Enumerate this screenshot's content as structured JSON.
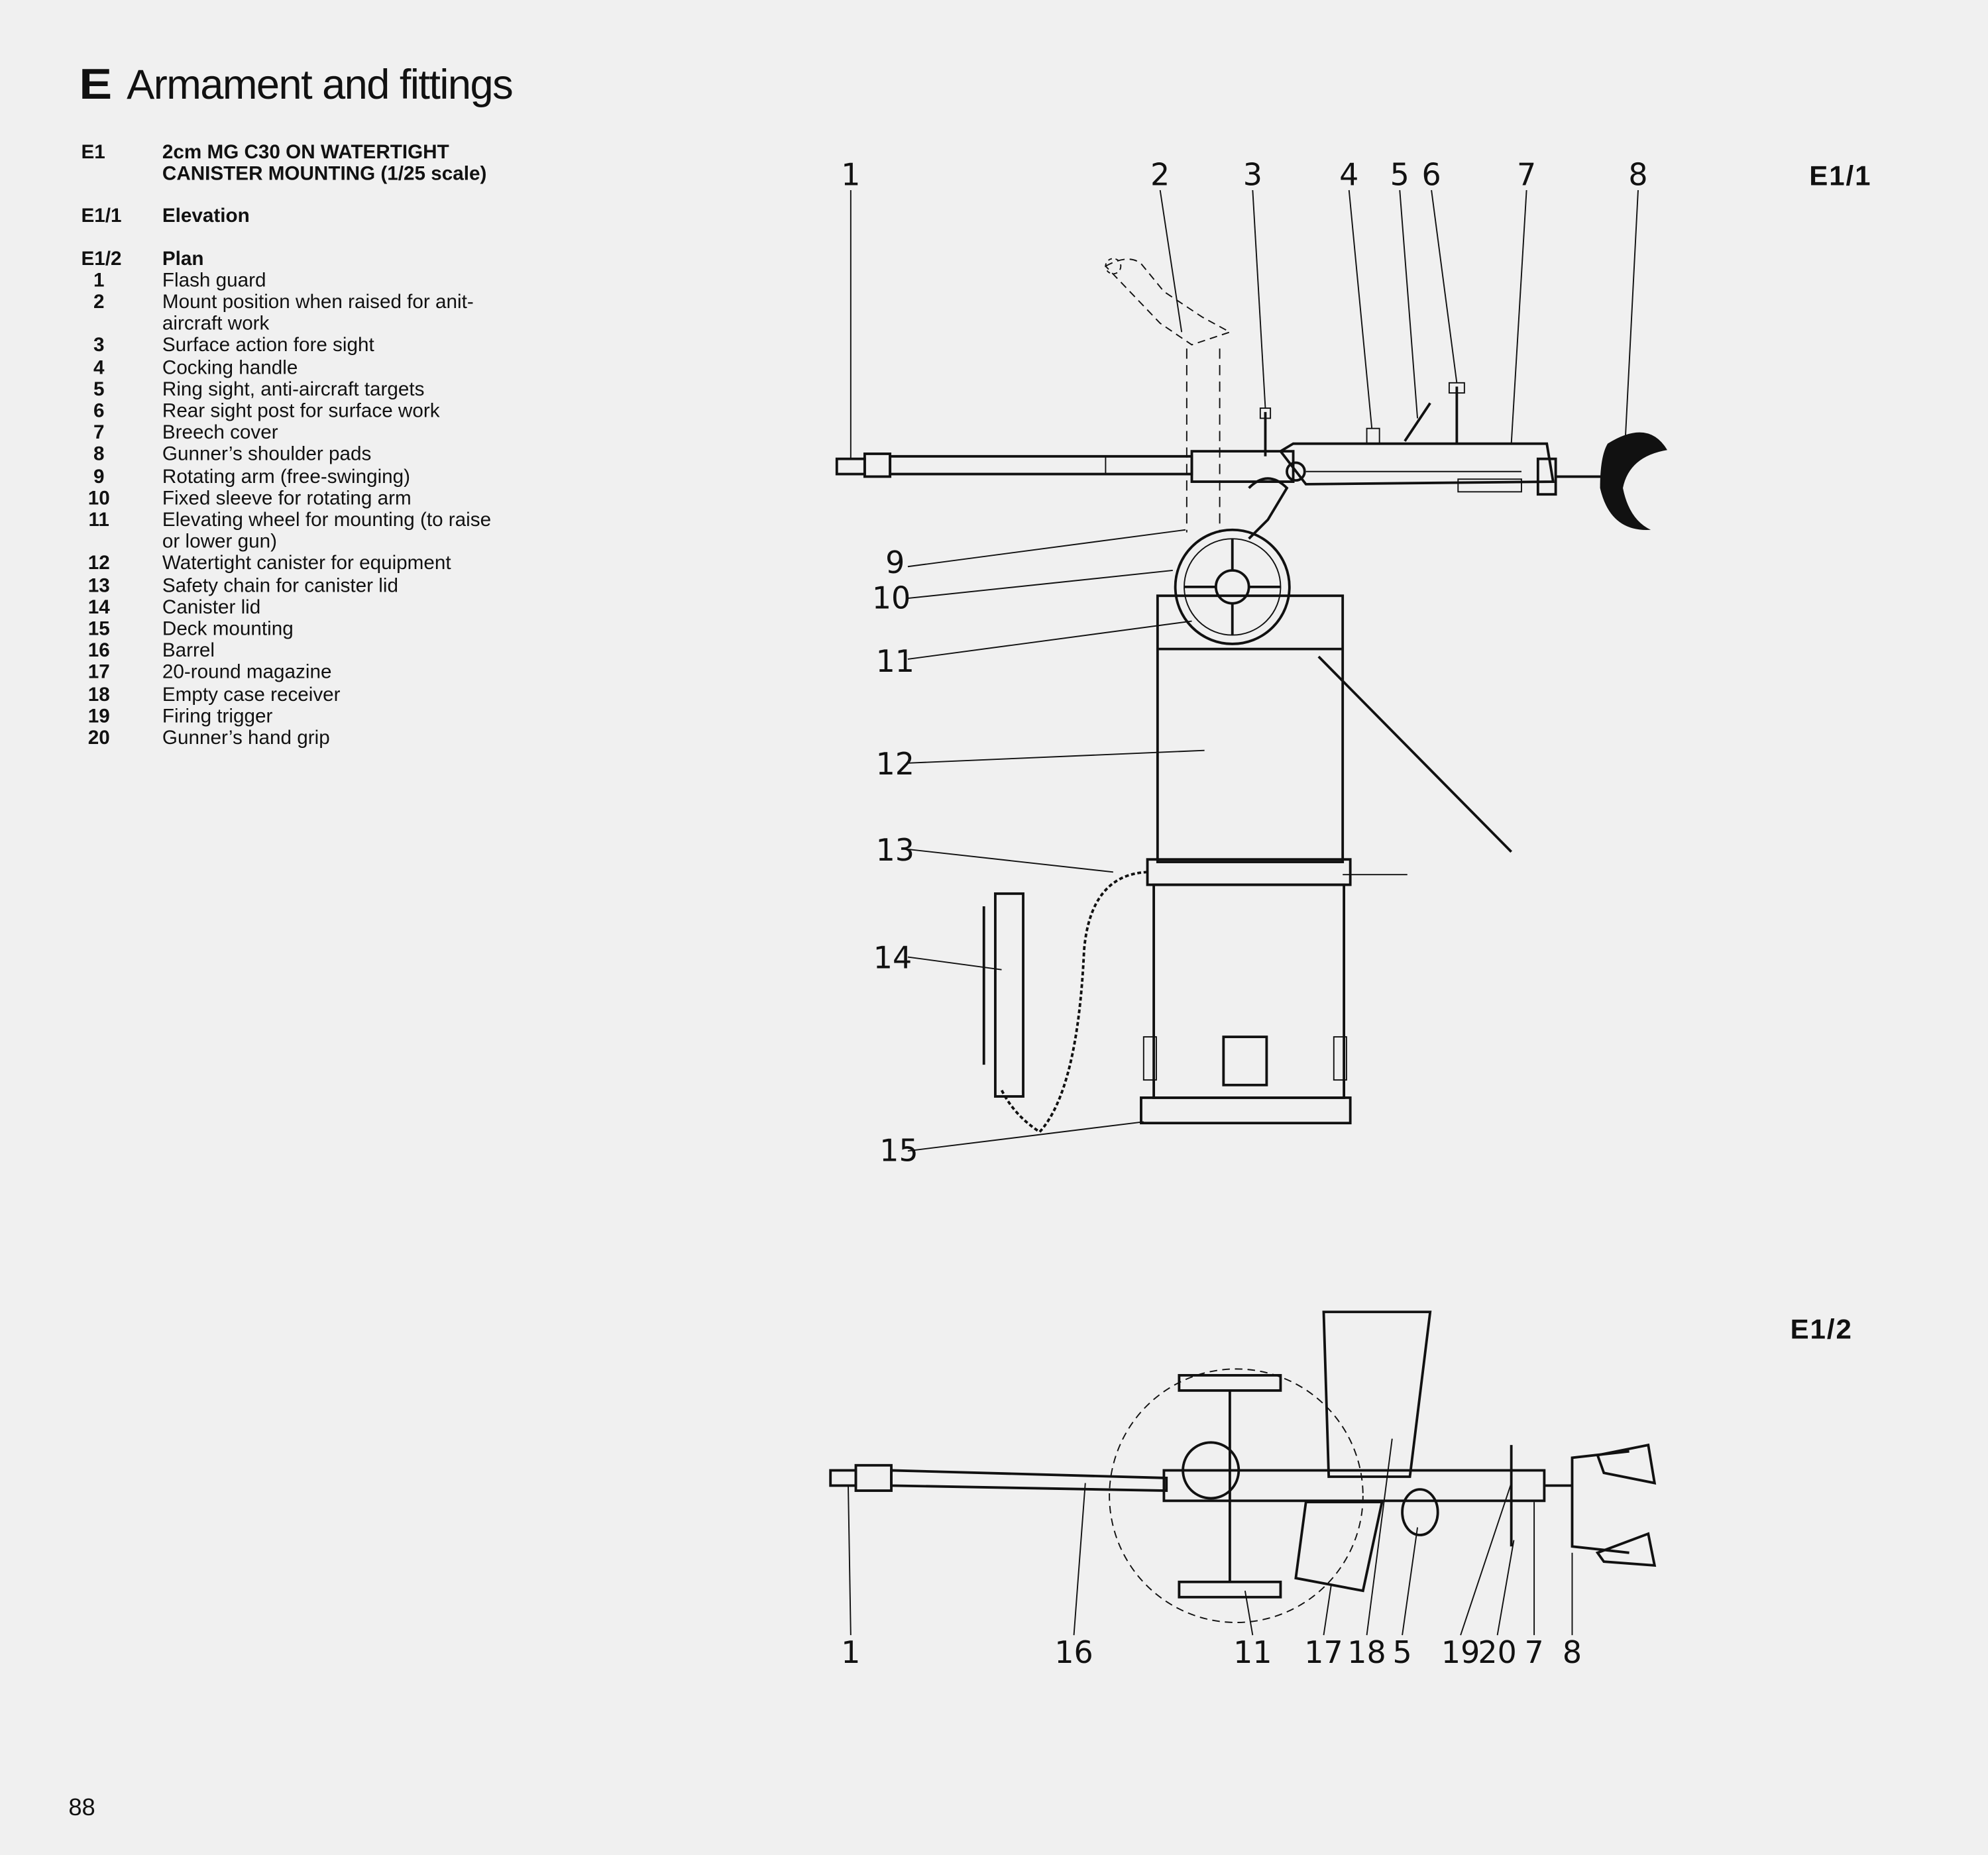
{
  "header": {
    "letter": "E",
    "title": "Armament and fittings"
  },
  "legend": {
    "e1": {
      "key": "E1",
      "text": "2cm MG C30 ON WATERTIGHT CANISTER MOUNTING (1/25 scale)"
    },
    "e1_1": {
      "key": "E1/1",
      "text": "Elevation"
    },
    "e1_2": {
      "key": "E1/2",
      "text": "Plan"
    },
    "items": [
      {
        "n": "1",
        "text": "Flash guard"
      },
      {
        "n": "2",
        "text": "Mount position when raised for anit-aircraft work"
      },
      {
        "n": "3",
        "text": "Surface action fore sight"
      },
      {
        "n": "4",
        "text": "Cocking handle"
      },
      {
        "n": "5",
        "text": "Ring sight, anti-aircraft targets"
      },
      {
        "n": "6",
        "text": "Rear sight post for surface work"
      },
      {
        "n": "7",
        "text": "Breech cover"
      },
      {
        "n": "8",
        "text": "Gunner’s shoulder pads"
      },
      {
        "n": "9",
        "text": "Rotating arm (free-swinging)"
      },
      {
        "n": "10",
        "text": "Fixed sleeve for rotating arm"
      },
      {
        "n": "11",
        "text": "Elevating wheel for mounting (to raise or lower gun)"
      },
      {
        "n": "12",
        "text": "Watertight canister for equipment"
      },
      {
        "n": "13",
        "text": "Safety chain for canister lid"
      },
      {
        "n": "14",
        "text": "Canister lid"
      },
      {
        "n": "15",
        "text": "Deck mounting"
      },
      {
        "n": "16",
        "text": "Barrel"
      },
      {
        "n": "17",
        "text": "20-round magazine"
      },
      {
        "n": "18",
        "text": "Empty case receiver"
      },
      {
        "n": "19",
        "text": "Firing trigger"
      },
      {
        "n": "20",
        "text": "Gunner’s hand grip"
      }
    ]
  },
  "elevation": {
    "label": "E1/1",
    "top_callouts": [
      "1",
      "2",
      "3",
      "4",
      "5",
      "6",
      "7",
      "8"
    ],
    "side_callouts": [
      "9",
      "10",
      "11",
      "12",
      "13",
      "14",
      "15"
    ]
  },
  "plan": {
    "label": "E1/2",
    "callouts": [
      "1",
      "16",
      "11",
      "17",
      "18",
      "5",
      "19",
      "20",
      "7",
      "8"
    ]
  },
  "page_number": "88"
}
